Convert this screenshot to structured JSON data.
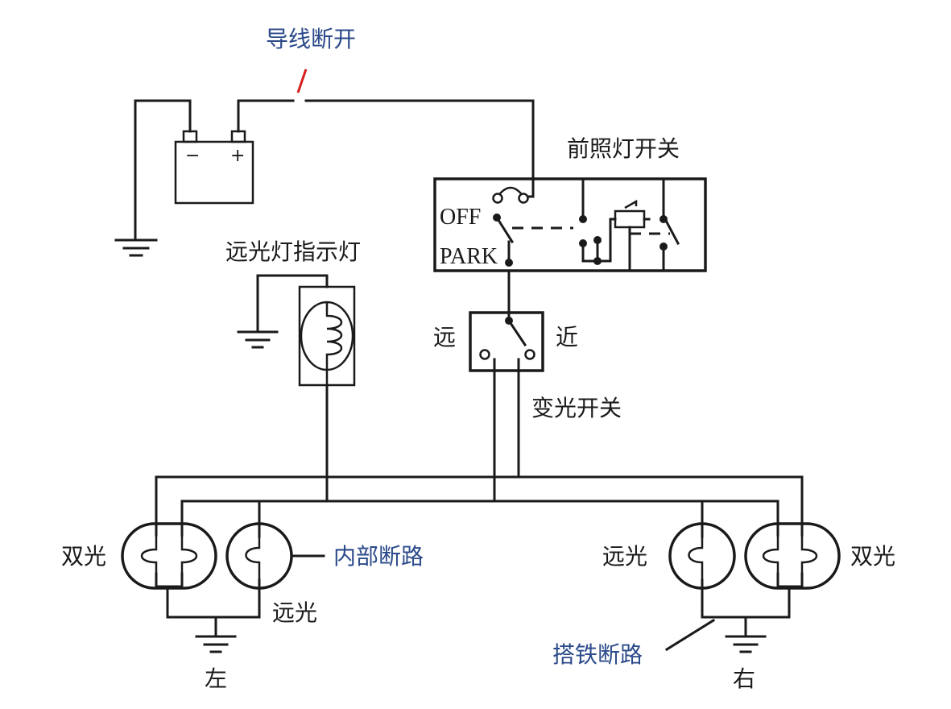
{
  "labels": {
    "wire_break": "导线断开",
    "headlight_switch": "前照灯开关",
    "off": "OFF",
    "park": "PARK",
    "high_beam_indicator": "远光灯指示灯",
    "high": "远",
    "low": "近",
    "dimmer_switch": "变光开关",
    "dual_left": "双光",
    "internal_open": "内部断路",
    "high_beam_left": "远光",
    "high_beam_right": "远光",
    "dual_right": "双光",
    "ground_open": "搭铁断路",
    "left": "左",
    "right": "右",
    "battery_minus": "−",
    "battery_plus": "+"
  },
  "colors": {
    "wire": "#1a1a1a",
    "fault_marker": "#d42020",
    "fault_text": "#2b4a8a"
  }
}
